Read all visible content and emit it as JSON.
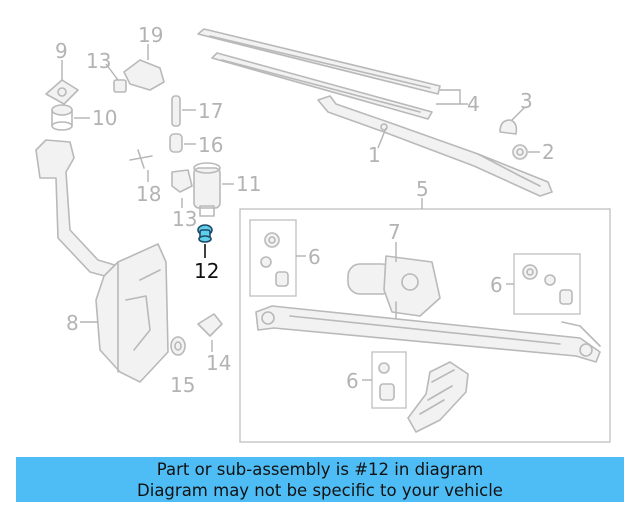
{
  "callouts": {
    "c1": "1",
    "c2": "2",
    "c3": "3",
    "c4": "4",
    "c5": "5",
    "c6a": "6",
    "c6b": "6",
    "c6c": "6",
    "c7": "7",
    "c8": "8",
    "c9": "9",
    "c10": "10",
    "c11": "11",
    "c12": "12",
    "c13a": "13",
    "c13b": "13",
    "c14": "14",
    "c15": "15",
    "c16": "16",
    "c17": "17",
    "c18": "18",
    "c19": "19"
  },
  "highlight": {
    "part_number": "12",
    "color": "#5fd0e8"
  },
  "banner": {
    "line1": "Part or sub-assembly is #12 in diagram",
    "line2": "Diagram may not be specific to your vehicle",
    "background": "#4fbdf5"
  }
}
